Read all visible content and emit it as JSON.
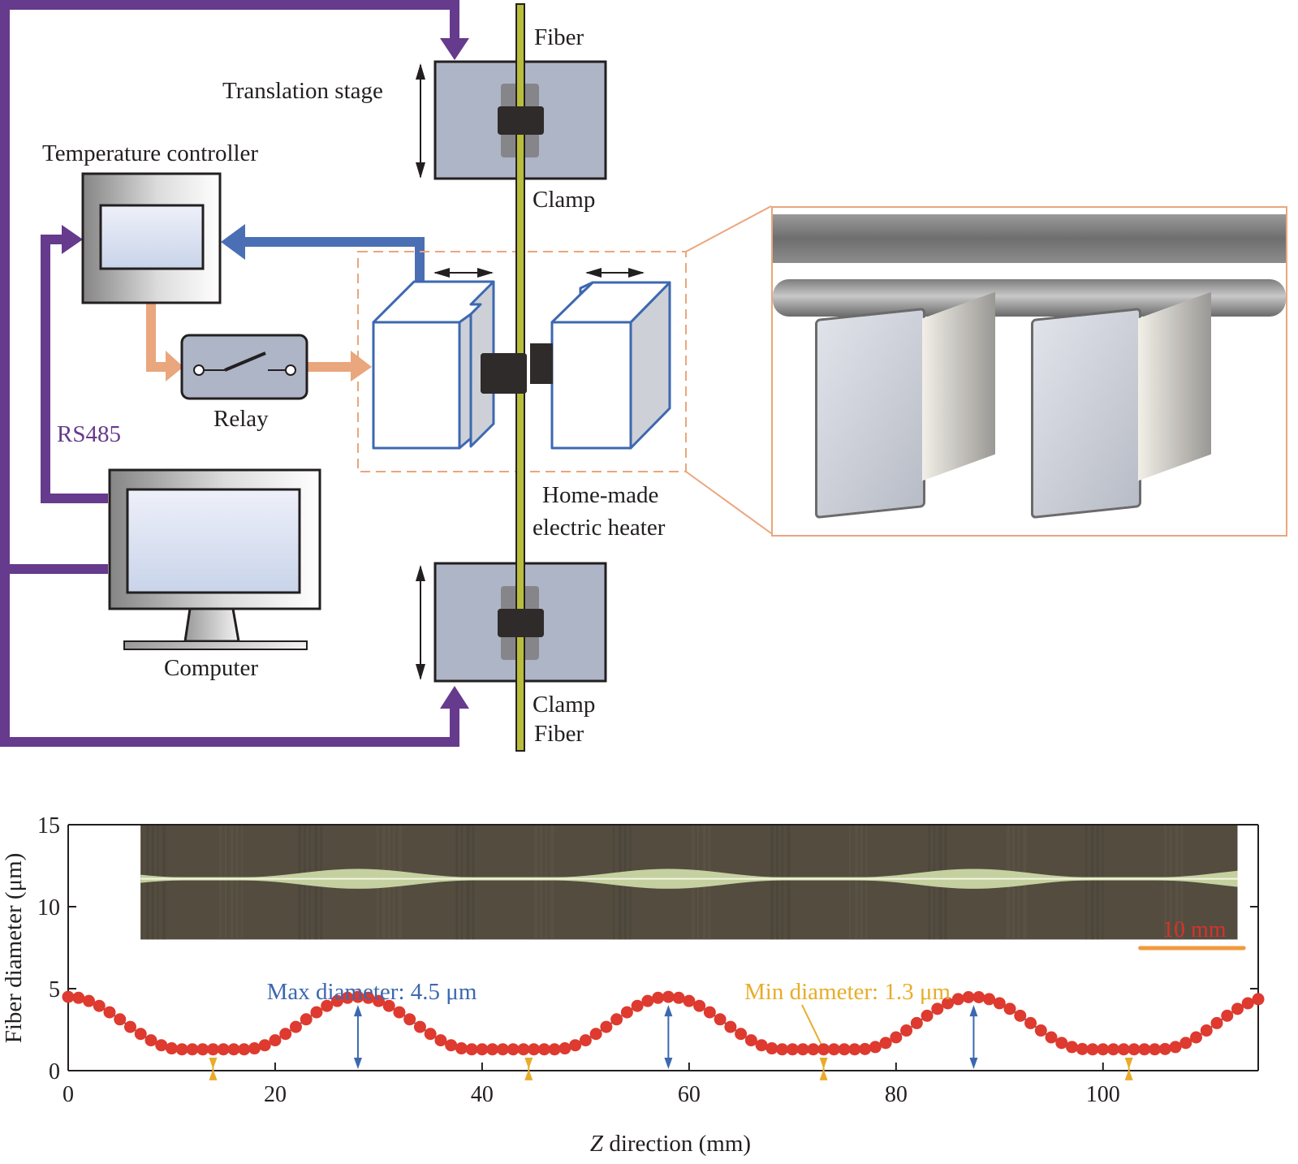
{
  "colors": {
    "purple": "#663a8c",
    "blue_signal": "#4a6fb5",
    "orange_power": "#eaa67c",
    "stage_fill": "#adb5c6",
    "clamp_dark": "#2f2b2a",
    "fiber": "#b8bd3b",
    "heater_outline": "#3d68b0",
    "marker_red": "#de3a2f",
    "max_arrow": "#3d68b0",
    "min_arrow": "#e8ac2a",
    "scalebar": "#f19a3e",
    "scalebar_text": "#d8322a"
  },
  "diagram": {
    "labels": {
      "fiber_top": "Fiber",
      "translation_stage": "Translation stage",
      "clamp_top": "Clamp",
      "temperature_controller": "Temperature controller",
      "relay": "Relay",
      "rs485": "RS485",
      "computer": "Computer",
      "heater_line1": "Home-made",
      "heater_line2": "electric heater",
      "clamp_bottom": "Clamp",
      "fiber_bottom": "Fiber"
    },
    "photo_alt": "Rendered 3D model of the home-made electric heater mounted on a rail"
  },
  "inset": {
    "scalebar_label": "10 mm"
  },
  "chart_data": {
    "type": "scatter",
    "title": "",
    "xlabel_italic": "Z",
    "xlabel_rest": " direction (mm)",
    "ylabel": "Fiber diameter (μm)",
    "xlim": [
      0,
      115
    ],
    "ylim": [
      0,
      15
    ],
    "xticks": [
      0,
      20,
      40,
      60,
      80,
      100
    ],
    "yticks": [
      0,
      5,
      10,
      15
    ],
    "grid": false,
    "series": [
      {
        "name": "Fiber diameter",
        "x": [
          0,
          1,
          2,
          3,
          4,
          5,
          6,
          7,
          8,
          9,
          10,
          11,
          12,
          13,
          14,
          15,
          16,
          17,
          18,
          19,
          20,
          21,
          22,
          23,
          24,
          25,
          26,
          27,
          28,
          29,
          30,
          31,
          32,
          33,
          34,
          35,
          36,
          37,
          38,
          39,
          40,
          41,
          42,
          43,
          44,
          45,
          46,
          47,
          48,
          49,
          50,
          51,
          52,
          53,
          54,
          55,
          56,
          57,
          58,
          59,
          60,
          61,
          62,
          63,
          64,
          65,
          66,
          67,
          68,
          69,
          70,
          71,
          72,
          73,
          74,
          75,
          76,
          77,
          78,
          79,
          80,
          81,
          82,
          83,
          84,
          85,
          86,
          87,
          88,
          89,
          90,
          91,
          92,
          93,
          94,
          95,
          96,
          97,
          98,
          99,
          100,
          101,
          102,
          103,
          104,
          105,
          106,
          107,
          108,
          109,
          110,
          111,
          112,
          113,
          114,
          115
        ],
        "values": [
          4.5,
          4.44,
          4.25,
          3.95,
          3.56,
          3.13,
          2.67,
          2.24,
          1.85,
          1.55,
          1.36,
          1.3,
          1.3,
          1.3,
          1.3,
          1.3,
          1.3,
          1.3,
          1.36,
          1.55,
          1.85,
          2.24,
          2.67,
          3.13,
          3.56,
          3.95,
          4.25,
          4.44,
          4.5,
          4.44,
          4.25,
          3.95,
          3.56,
          3.13,
          2.67,
          2.24,
          1.85,
          1.55,
          1.36,
          1.3,
          1.3,
          1.3,
          1.3,
          1.3,
          1.3,
          1.3,
          1.3,
          1.3,
          1.36,
          1.55,
          1.85,
          2.24,
          2.67,
          3.13,
          3.56,
          3.95,
          4.25,
          4.44,
          4.5,
          4.44,
          4.25,
          3.95,
          3.56,
          3.13,
          2.67,
          2.24,
          1.85,
          1.55,
          1.36,
          1.3,
          1.3,
          1.3,
          1.3,
          1.3,
          1.3,
          1.3,
          1.3,
          1.32,
          1.44,
          1.69,
          2.03,
          2.45,
          2.9,
          3.35,
          3.77,
          4.11,
          4.36,
          4.48,
          4.48,
          4.36,
          4.11,
          3.77,
          3.35,
          2.9,
          2.45,
          2.03,
          1.69,
          1.44,
          1.32,
          1.3,
          1.3,
          1.3,
          1.3,
          1.3,
          1.3,
          1.3,
          1.32,
          1.44,
          1.69,
          2.03,
          2.45,
          2.9,
          3.35,
          3.77,
          4.11,
          4.36
        ]
      }
    ],
    "annotations": [
      {
        "text": "Max diameter: 4.5 μm",
        "value": 4.5,
        "arrow_x": [
          28,
          58,
          87.5
        ]
      },
      {
        "text": "Min diameter: 1.3 μm",
        "value": 1.3,
        "arrow_x": [
          14,
          44.5,
          73,
          102.5
        ],
        "pointer_to_x": 73
      }
    ],
    "inset_image": {
      "description": "Microscope image of periodically tapered fiber",
      "y_range": [
        8,
        15
      ],
      "x_range": [
        7,
        113
      ]
    }
  }
}
